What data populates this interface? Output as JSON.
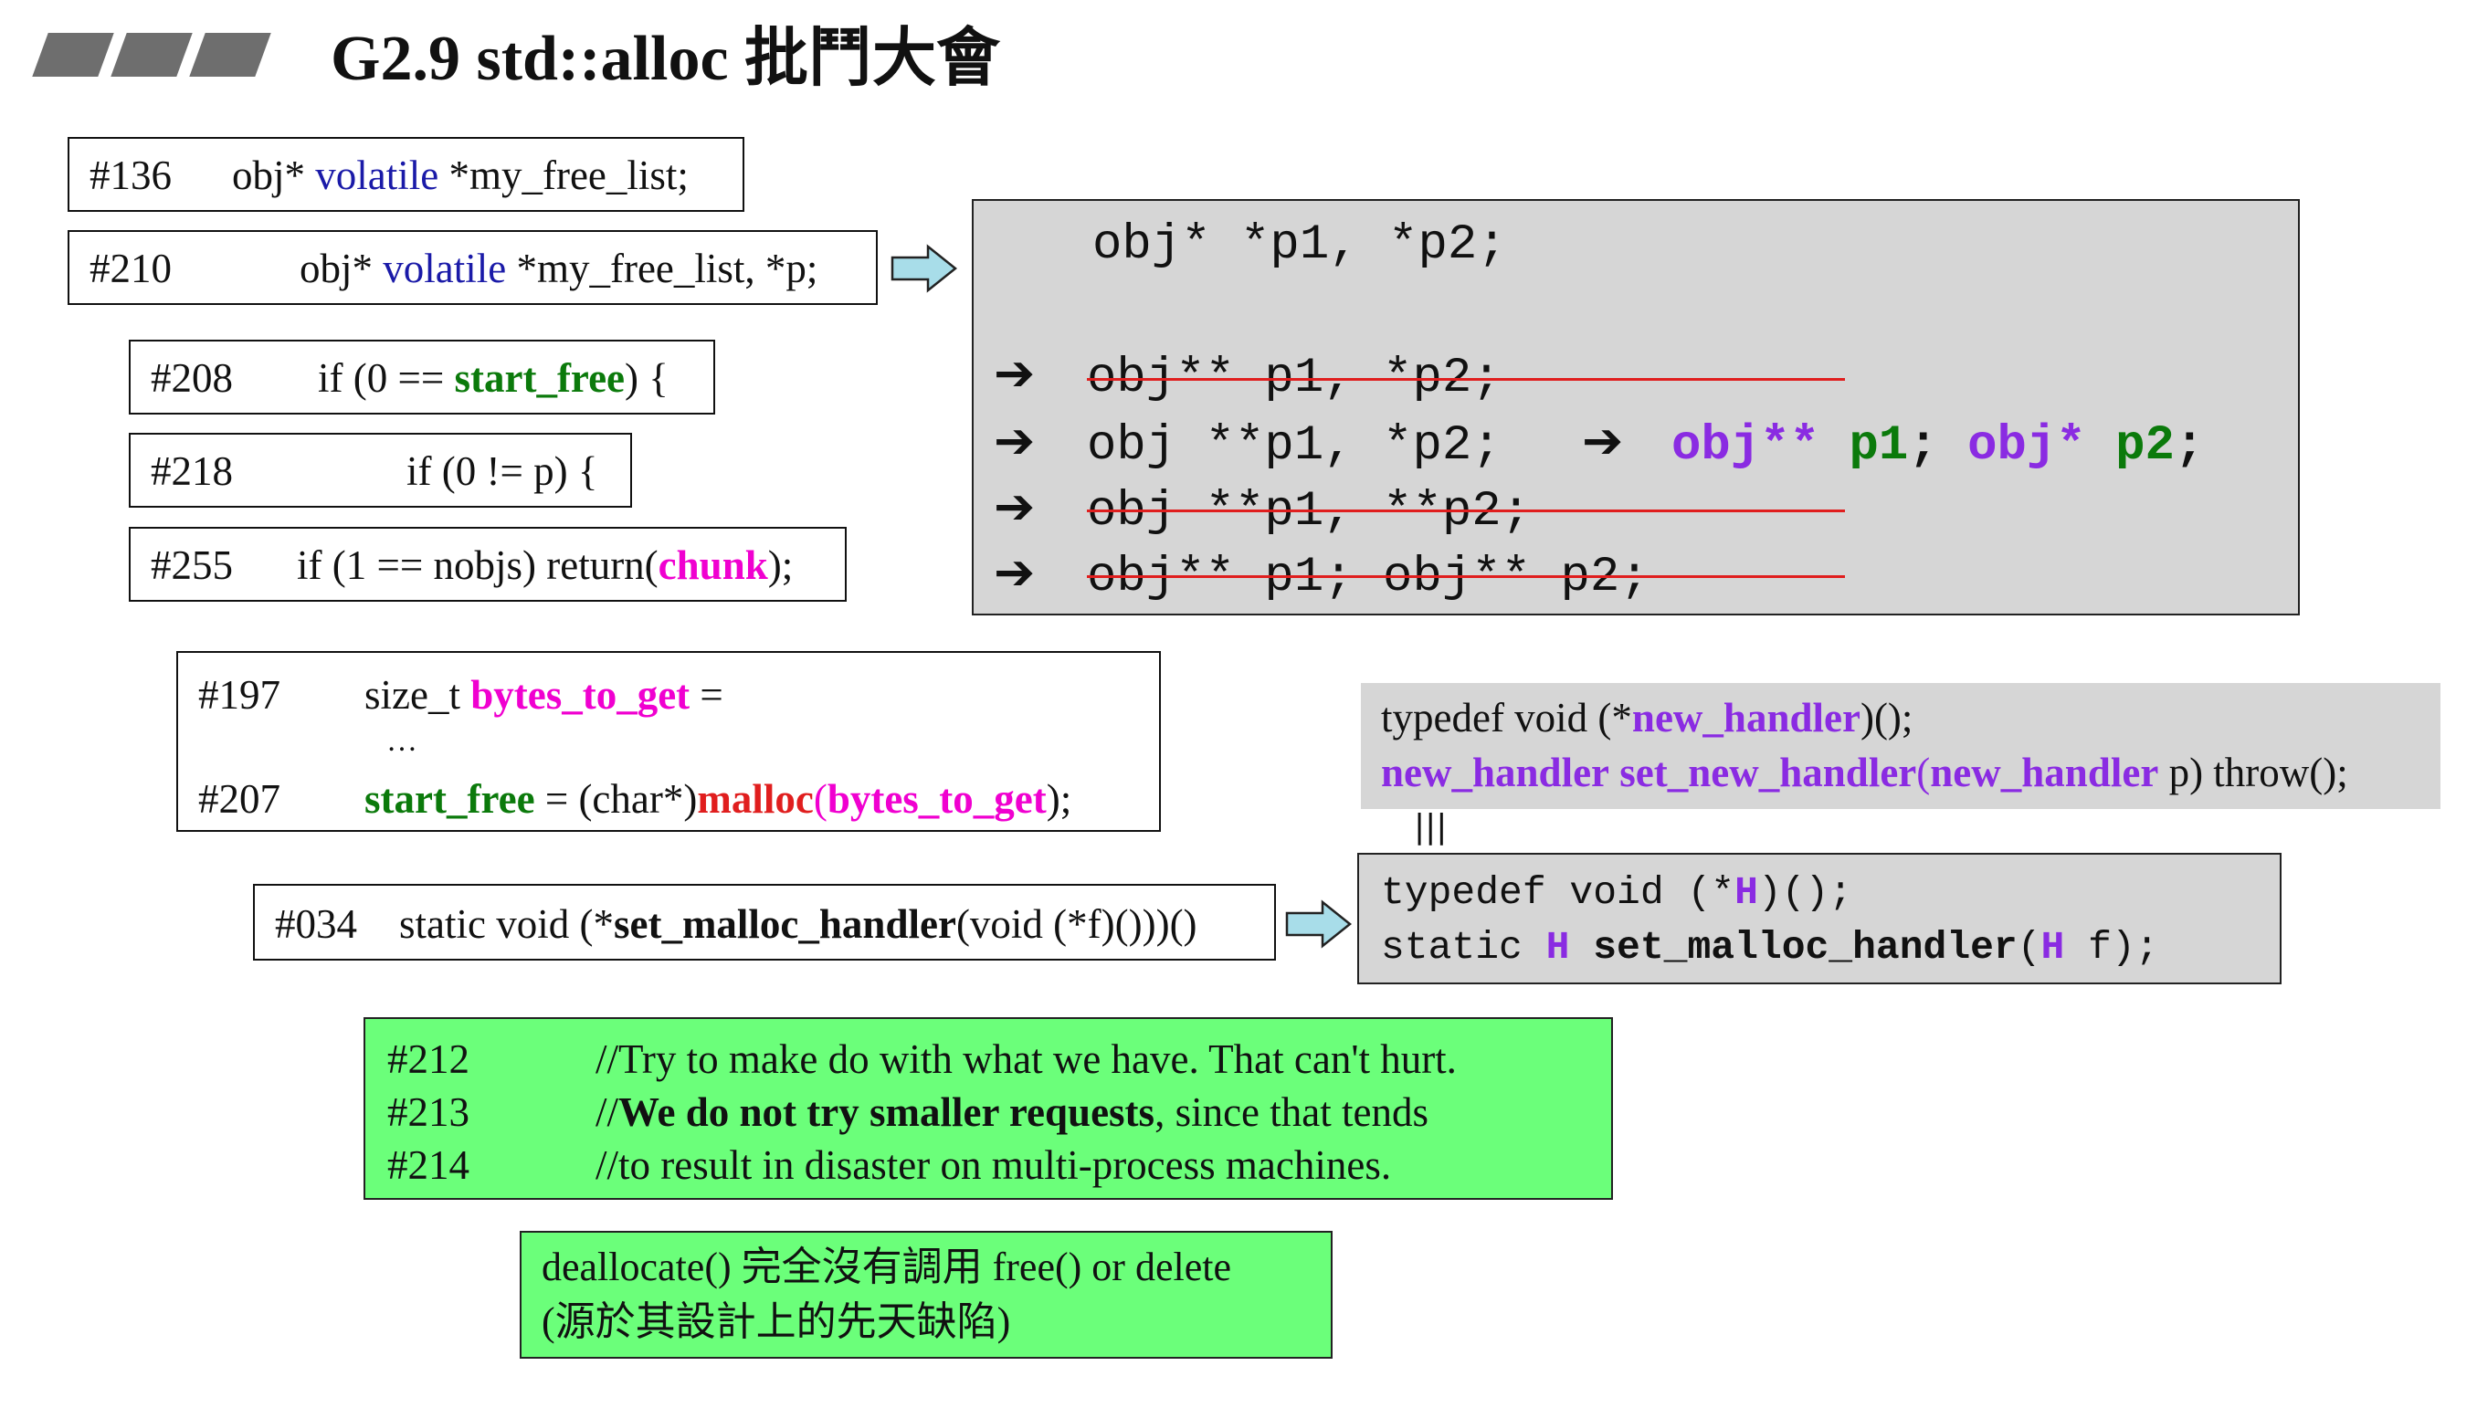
{
  "title": "G2.9 std::alloc 批鬥大會",
  "decl_136": {
    "num": "#136",
    "pre": "obj* ",
    "kw": "volatile",
    "post": " *my_free_list;"
  },
  "decl_210": {
    "num": "#210",
    "pre": "obj* ",
    "kw": "volatile",
    "post": " *my_free_list, *p;"
  },
  "line_208": {
    "num": "#208",
    "pre": "if (0 == ",
    "var": "start_free",
    "post": ") {"
  },
  "line_218": {
    "num": "#218",
    "text": "if (0 != p) {"
  },
  "line_255": {
    "num": "#255",
    "pre": "if (1 == nobjs) return(",
    "var": "chunk",
    "post": ");"
  },
  "code_pointer": {
    "line0": "obj* *p1, *p2;",
    "line1": "obj** p1, *p2;",
    "line2a": "obj **p1, *p2;",
    "line2b_t1": "obj**",
    "line2b_t2": "p1",
    "line2b_t3": ";",
    "line2b_t4": "obj*",
    "line2b_t5": "p2",
    "line2b_t6": ";",
    "line3": "obj **p1, **p2;",
    "line4": "obj** p1; obj** p2;"
  },
  "block_197_207": {
    "n1": "#197",
    "l1_pre": "size_t ",
    "l1_var": "bytes_to_get",
    "l1_post": " =",
    "ellipsis": "…",
    "n2": "#207",
    "l2_var1": "start_free",
    "l2_mid": " = (char*)",
    "l2_fn": "malloc",
    "l2_open": "(",
    "l2_var2": "bytes_to_get",
    "l2_close": ");"
  },
  "new_handler_box": {
    "l1_pre": "typedef void (*",
    "l1_kw": "new_handler",
    "l1_post": ")();",
    "l2_t1": "new_handler",
    "l2_t2": "set_new_handler",
    "l2_t3": "(",
    "l2_t4": "new_handler",
    "l2_t5": " p) throw();"
  },
  "equiv_sign": "|||",
  "line_034": {
    "num": "#034",
    "pre": "static void (*",
    "fn": "set_malloc_handler",
    "post": "(void (*f)()))()"
  },
  "typedef_h_box": {
    "l1_pre": "typedef void (*",
    "l1_h": "H",
    "l1_post": ")();",
    "l2_pre": "static ",
    "l2_h": "H",
    "l2_fn": " set_malloc_handler",
    "l2_open": "(",
    "l2_h2": "H",
    "l2_post": " f);"
  },
  "comment_box": {
    "n1": "#212",
    "c1": "//Try to make do with what we have. That can't hurt.",
    "n2": "#213",
    "c2_pre": "//",
    "c2_bold": "We do not try smaller requests",
    "c2_post": ", since that tends",
    "n3": "#214",
    "c3": "//to result in disaster on multi-process machines."
  },
  "dealloc_box": {
    "l1": "deallocate() 完全沒有調用 free() or delete",
    "l2": "(源於其設計上的先天缺陷)"
  },
  "colors": {
    "blue": "#1a1aa8",
    "green": "#0b7a0b",
    "magenta": "#f000d0",
    "red": "#e01e1e",
    "purple": "#8a2be2",
    "gray_box": "#d6d6d6",
    "green_box": "#6bff7a",
    "arrow_fill": "#a8dde9"
  }
}
